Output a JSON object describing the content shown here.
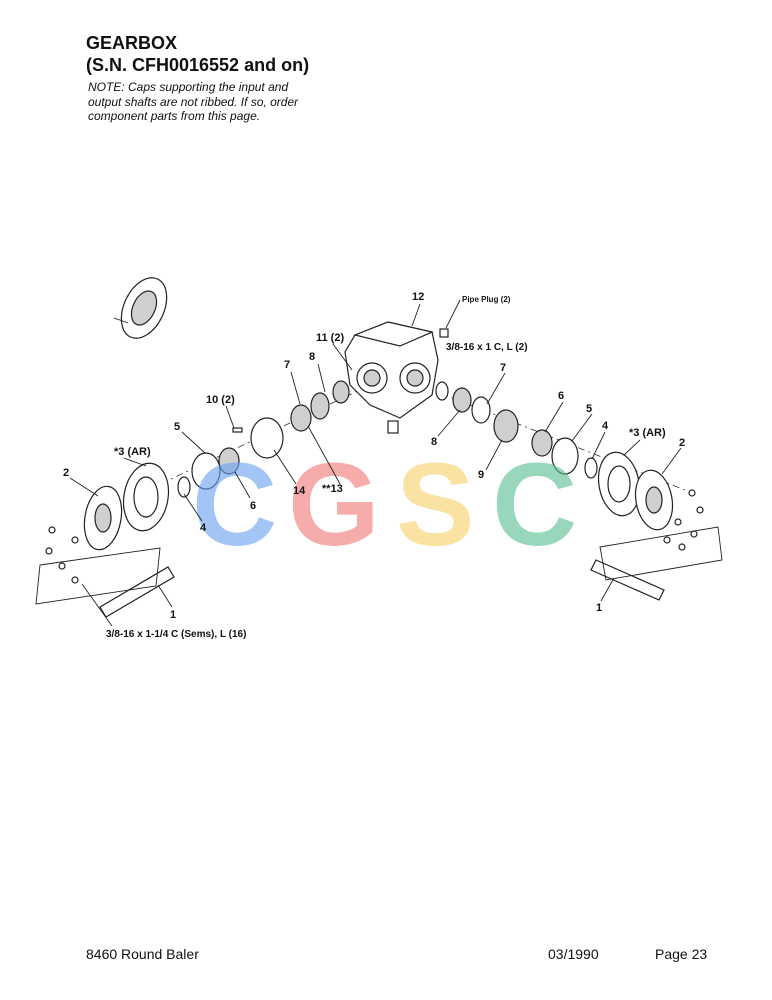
{
  "header": {
    "title": "GEARBOX",
    "subtitle": "(S.N. CFH0016552 and on)",
    "note_lines": [
      "NOTE:  Caps supporting the input and",
      "output shafts are not ribbed.  If so, order",
      "component parts from this page."
    ]
  },
  "callouts": {
    "c12": "12",
    "pipe_plug": "Pipe Plug (2)",
    "c11": "11 (2)",
    "bolt_top": "3/8-16 x 1 C, L (2)",
    "c10": "10 (2)",
    "c8_left": "8",
    "c7_left": "7",
    "c7_right": "7",
    "c6_right": "6",
    "c5_right": "5",
    "c4_right": "4",
    "c3_right": "*3 (AR)",
    "c2_right": "2",
    "c5_left": "5",
    "c3_left": "*3 (AR)",
    "c2_left": "2",
    "c8_center": "8",
    "c9": "9",
    "c14": "14",
    "c13": "**13",
    "c6_left": "6",
    "c4_left": "4",
    "c1_left": "1",
    "c1_right": "1",
    "bolt_bottom": "3/8-16 x 1-1/4 C (Sems), L (16)"
  },
  "watermark": {
    "letters": [
      "C",
      "G",
      "S",
      "C"
    ],
    "colors": [
      "#6aa2f2",
      "#f07a78",
      "#f8d26a",
      "#5cbf94"
    ]
  },
  "footer": {
    "model": "8460 Round Baler",
    "date": "03/1990",
    "page": "Page 23"
  }
}
